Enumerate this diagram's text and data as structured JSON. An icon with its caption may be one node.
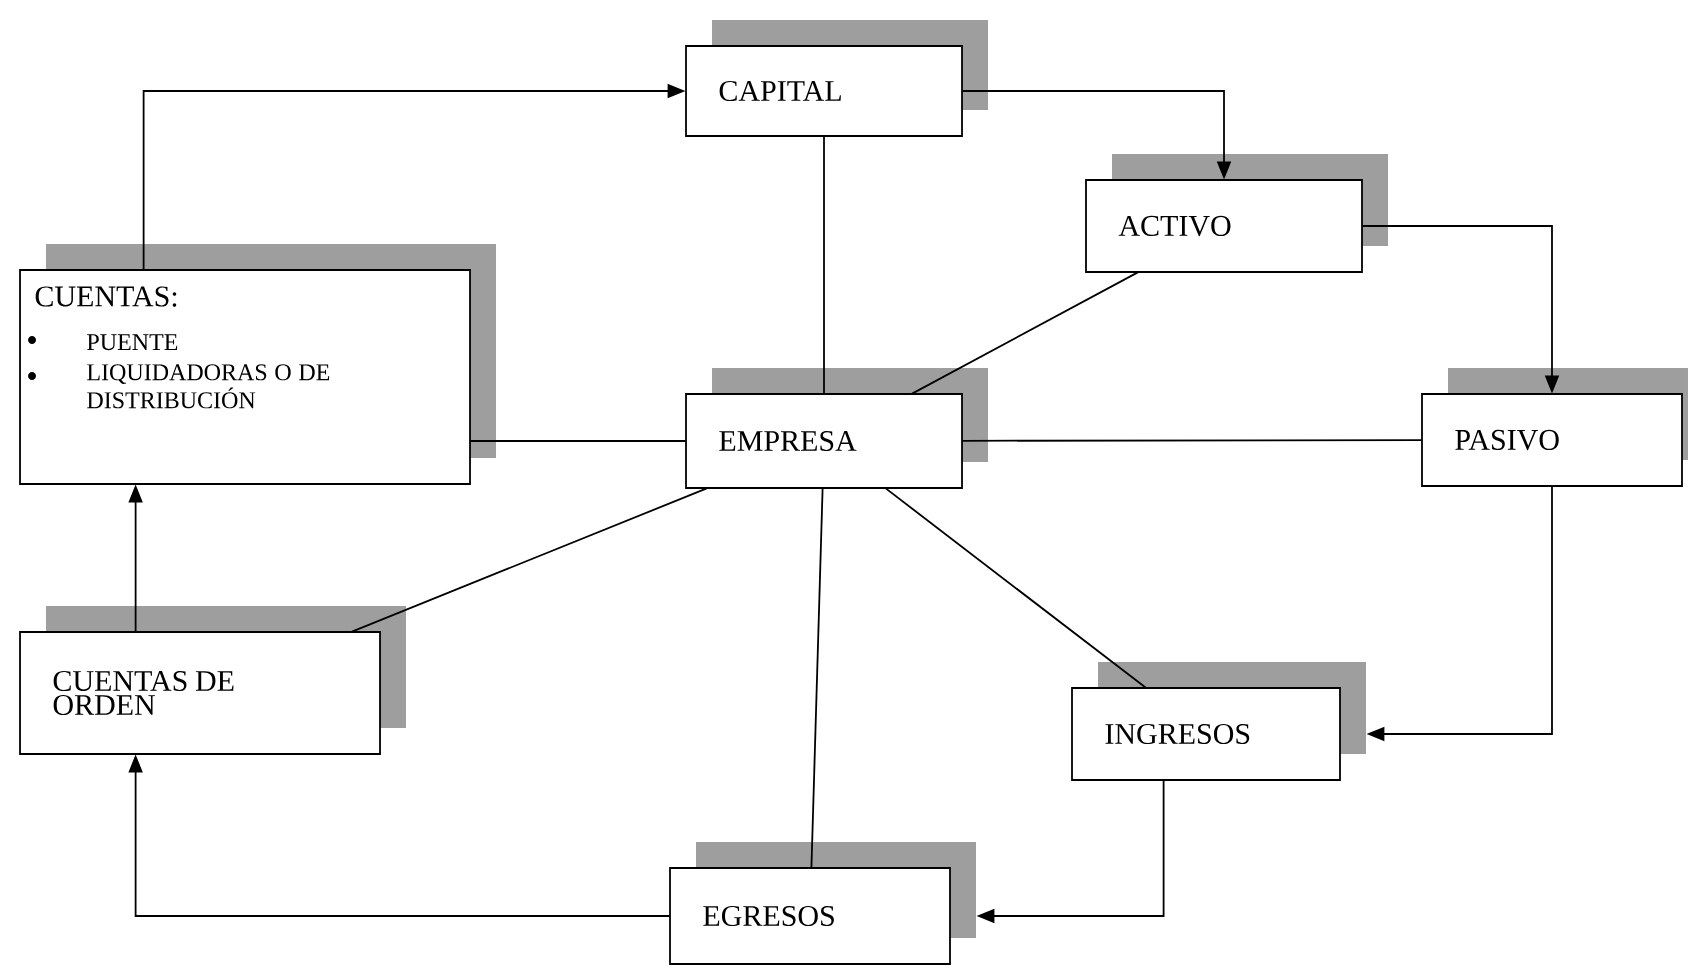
{
  "diagram": {
    "nodes": [
      {
        "text": [
          "CAPITAL"
        ]
      },
      {
        "text": [
          "ACTIVO"
        ]
      },
      {
        "text": [
          "CUENTAS:",
          "PUENTE",
          "LIQUIDADORAS O DE DISTRIBUCIÓN"
        ]
      },
      {
        "text": [
          "EMPRESA"
        ]
      },
      {
        "text": [
          "PASIVO"
        ]
      },
      {
        "text": [
          "CUENTAS DE ORDEN"
        ]
      },
      {
        "text": [
          "INGRESOS"
        ]
      },
      {
        "text": [
          "EGRESOS"
        ]
      }
    ],
    "edges": [
      {
        "from": 2,
        "to": 0,
        "arrow": "to"
      },
      {
        "from": 0,
        "to": 1,
        "arrow": "to"
      },
      {
        "from": 1,
        "to": 4,
        "arrow": "to"
      },
      {
        "from": 4,
        "to": 6,
        "arrow": "to"
      },
      {
        "from": 6,
        "to": 7,
        "arrow": "to"
      },
      {
        "from": 7,
        "to": 5,
        "arrow": "to"
      },
      {
        "from": 5,
        "to": 2,
        "arrow": "to"
      },
      {
        "from": 3,
        "to": 0,
        "arrow": "none"
      },
      {
        "from": 3,
        "to": 1,
        "arrow": "none"
      },
      {
        "from": 3,
        "to": 2,
        "arrow": "none"
      },
      {
        "from": 3,
        "to": 4,
        "arrow": "none"
      },
      {
        "from": 3,
        "to": 5,
        "arrow": "none"
      },
      {
        "from": 3,
        "to": 6,
        "arrow": "none"
      },
      {
        "from": 3,
        "to": 7,
        "arrow": "none"
      }
    ]
  }
}
